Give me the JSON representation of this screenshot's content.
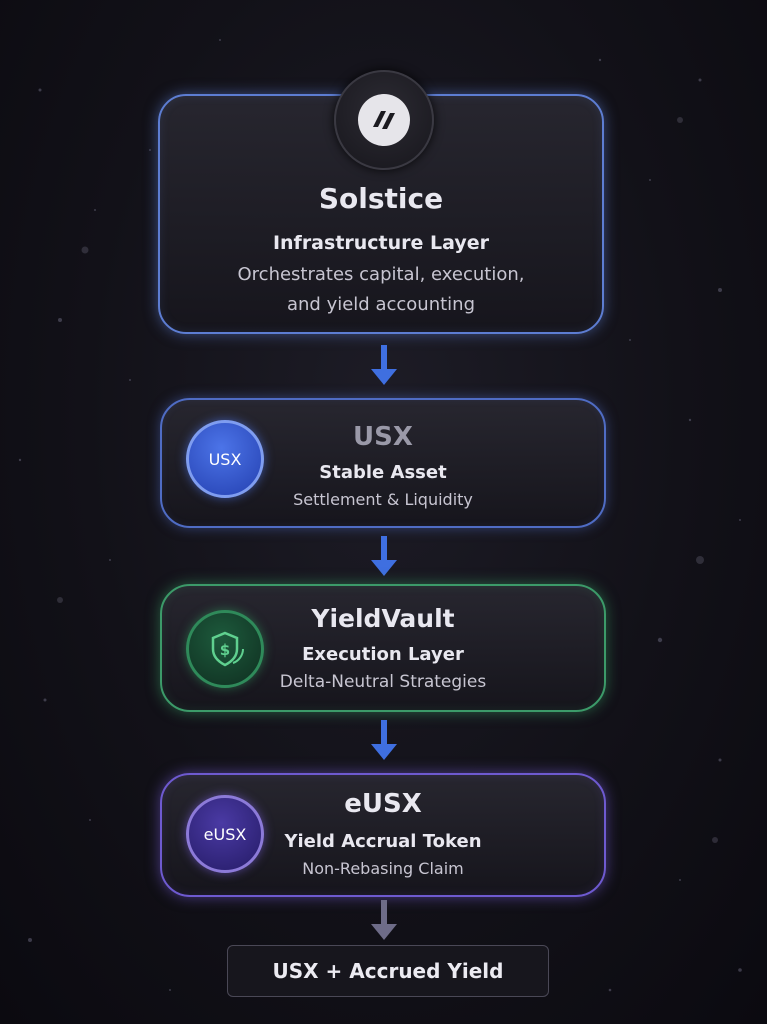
{
  "solstice": {
    "title": "Solstice",
    "subtitle": "Infrastructure Layer",
    "description_line1": "Orchestrates capital, execution,",
    "description_line2": "and yield accounting",
    "icon": "solstice-logo-icon"
  },
  "usx": {
    "coin_label": "USX",
    "title": "USX",
    "subtitle": "Stable Asset",
    "description": "Settlement & Liquidity",
    "accent": "#4f6cc4"
  },
  "yieldvault": {
    "title": "YieldVault",
    "subtitle": "Execution Layer",
    "description": "Delta-Neutral Strategies",
    "icon": "shield-dollar-icon",
    "accent": "#3c9a69"
  },
  "eusx": {
    "coin_label": "eUSX",
    "title": "eUSX",
    "subtitle": "Yield Accrual Token",
    "description": "Non-Rebasing Claim",
    "accent": "#6e5ad0"
  },
  "result": {
    "label": "USX + Accrued Yield"
  }
}
